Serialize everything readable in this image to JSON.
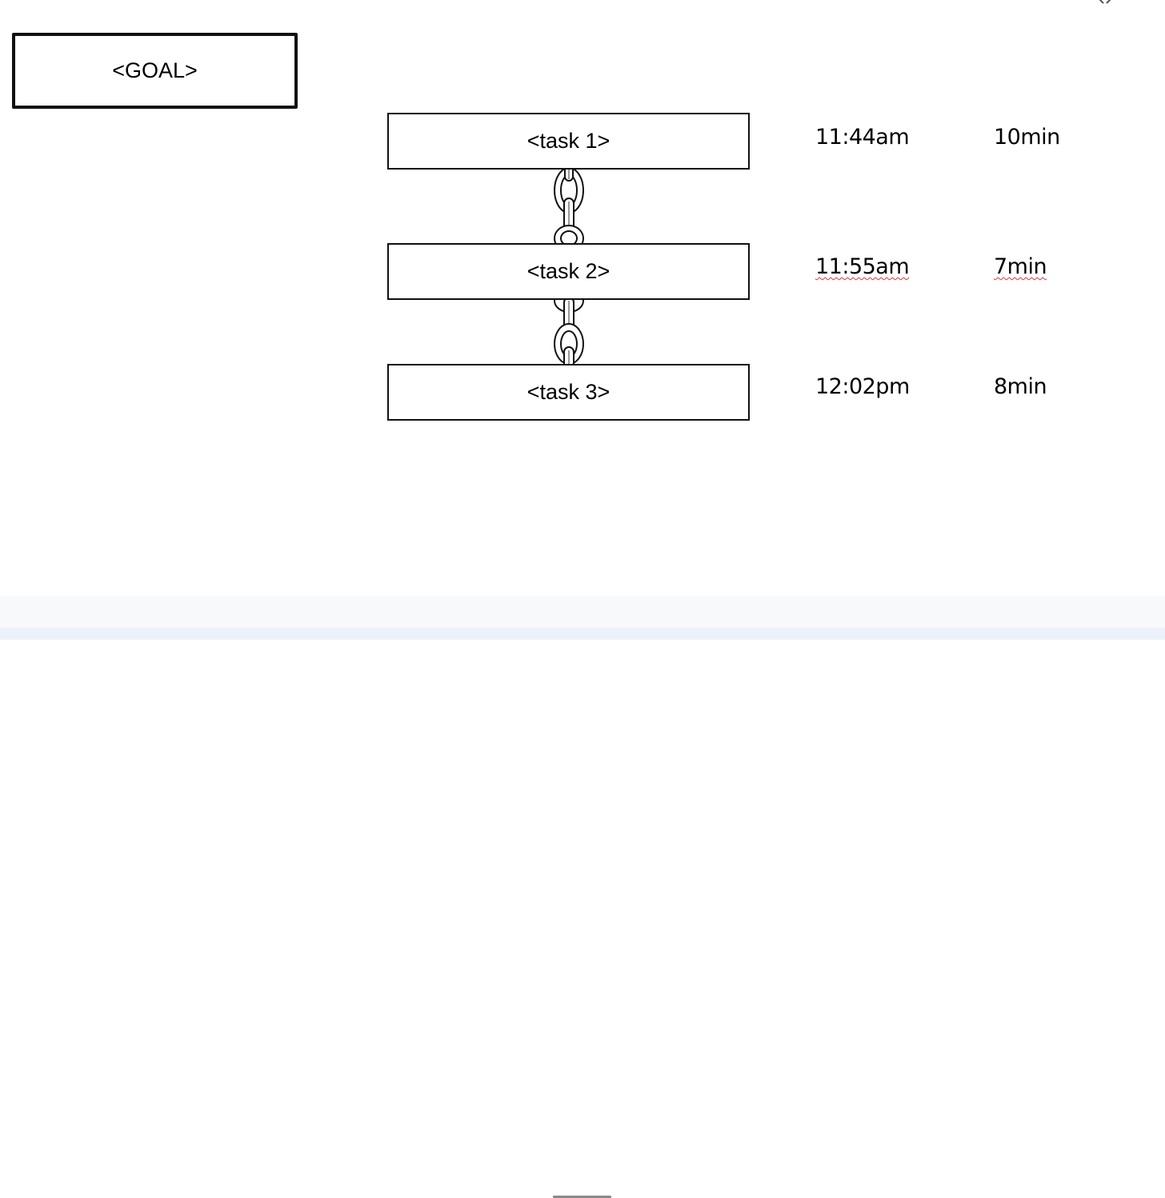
{
  "goal": {
    "label": "<GOAL>"
  },
  "tasks": [
    {
      "label": "<task 1>",
      "time": "11:44am",
      "duration": "10min"
    },
    {
      "label": "<task 2>",
      "time": "11:55am",
      "duration": "7min"
    },
    {
      "label": "<task 3>",
      "time": "12:02pm",
      "duration": "8min"
    }
  ],
  "icons": {
    "chain": "chain-link-icon",
    "corner": "close-icon",
    "handle": "resize-handle-icon"
  },
  "colors": {
    "box_border": "#111111",
    "background": "#ffffff",
    "spellcheck_underline": "#d33333",
    "bottom_bar": "#f8f9fb",
    "bottom_strip": "#edf1f9"
  }
}
